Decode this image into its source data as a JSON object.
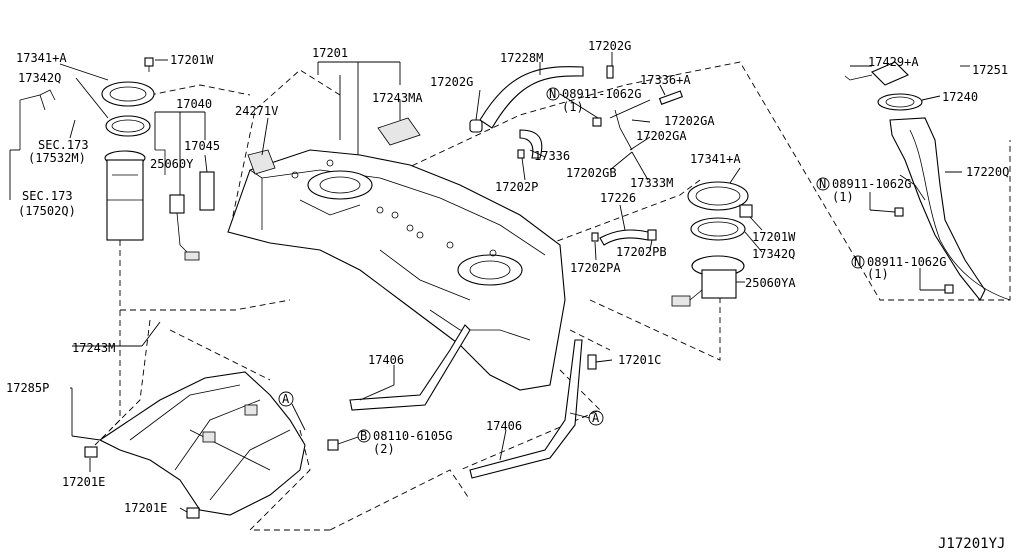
{
  "diagram_id": "J17201YJ",
  "labels": {
    "l17201": "17201",
    "l17341a_left": "17341+A",
    "l17201w_left": "17201W",
    "l17342q_left": "17342Q",
    "l17040": "17040",
    "l24271v": "24271V",
    "l17243ma": "17243MA",
    "l17045": "17045",
    "lsec173a": "SEC.173",
    "l17532m": "(17532M)",
    "l25060y": "25060Y",
    "lsec173b": "SEC.173",
    "l17502q": "(17502Q)",
    "l17228m": "17228M",
    "l17202g_a": "17202G",
    "l17202g_b": "17202G",
    "l08911_a": "08911-1062G",
    "l08911_a_qty": "(1)",
    "l17336a": "17336+A",
    "l17202ga_a": "17202GA",
    "l17202ga_b": "17202GA",
    "l17336": "17336",
    "l17202gb": "17202GB",
    "l17333m": "17333M",
    "l17202p": "17202P",
    "l17226": "17226",
    "l17202pb": "17202PB",
    "l17202pa": "17202PA",
    "l17341a_right": "17341+A",
    "l17201w_right": "17201W",
    "l17342q_right": "17342Q",
    "l25060ya": "25060YA",
    "l17429a": "17429+A",
    "l17251": "17251",
    "l17240": "17240",
    "l08911_b": "08911-1062G",
    "l08911_b_qty": "(1)",
    "l17220q": "17220Q",
    "l08911_c": "08911-1062G",
    "l08911_c_qty": "(1)",
    "l17243m": "17243M",
    "l17285p": "17285P",
    "l17201e_a": "17201E",
    "l17201e_b": "17201E",
    "l17406_a": "17406",
    "l17406_b": "17406",
    "l08110": "08110-6105G",
    "l08110_qty": "(2)",
    "l17201c": "17201C",
    "ref_a1": "A",
    "ref_a2": "A",
    "n_sym": "N",
    "b_sym": "B",
    "footer_code": "J17201YJ"
  }
}
